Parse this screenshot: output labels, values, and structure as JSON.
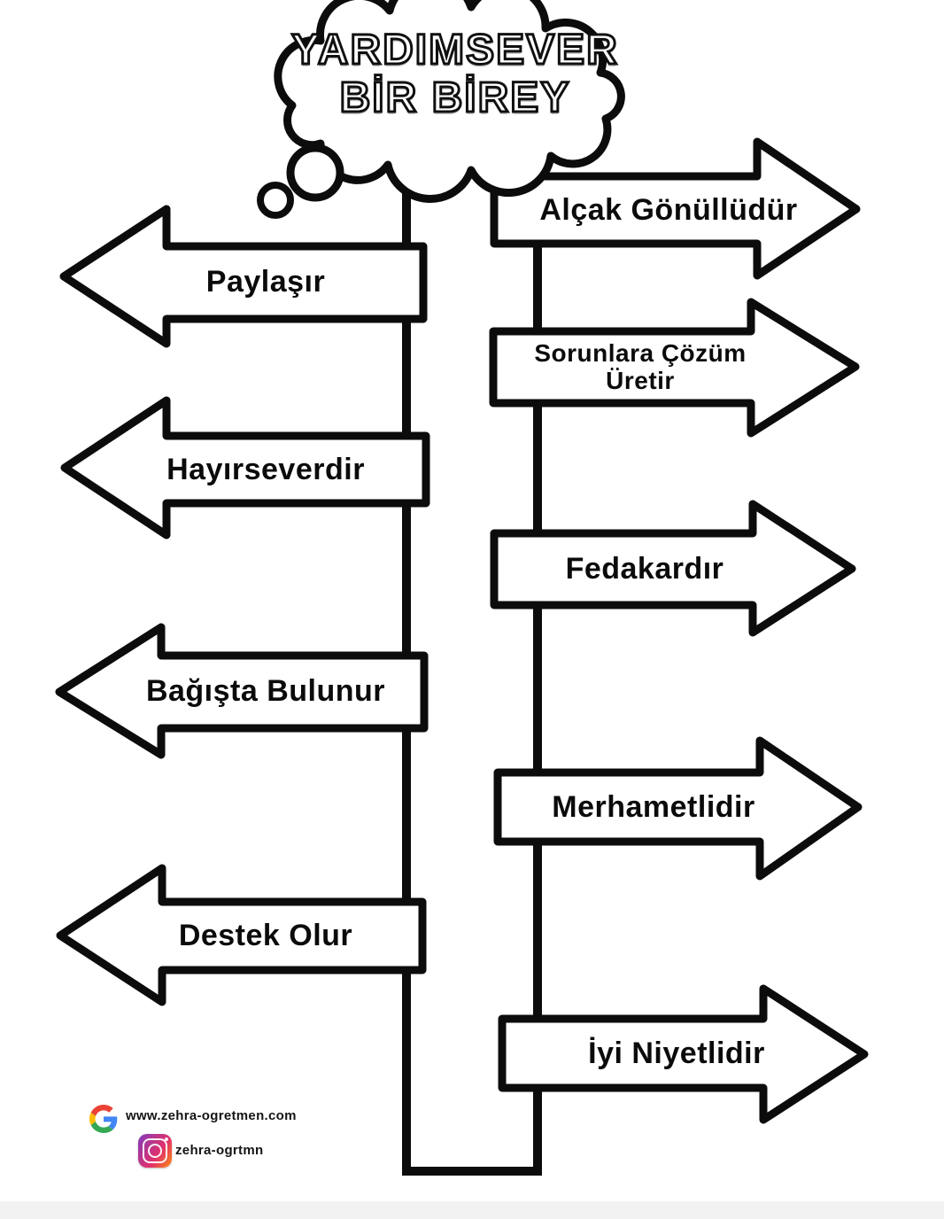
{
  "cloud": {
    "title_line1": "YARDIMSEVER",
    "title_line2": "BİR BİREY"
  },
  "left_branches": [
    {
      "label": "Paylaşır"
    },
    {
      "label": "Hayırseverdir"
    },
    {
      "label": "Bağışta Bulunur"
    },
    {
      "label": "Destek Olur"
    }
  ],
  "right_branches": [
    {
      "label": "Alçak Gönüllüdür"
    },
    {
      "label": "Sorunlara Çözüm",
      "label_line2": "Üretir"
    },
    {
      "label": "Fedakardır"
    },
    {
      "label": "Merhametlidir"
    },
    {
      "label": "İyi Niyetlidir"
    }
  ],
  "footer": {
    "website": "www.zehra-ogretmen.com",
    "instagram_handle": "zehra-ogrtmn"
  },
  "icons": {
    "google": "google-g-logo",
    "instagram": "instagram-logo"
  },
  "colors": {
    "ink": "#0c0c0c",
    "paper": "#ffffff",
    "google_blue": "#4285F4",
    "google_red": "#EA4335",
    "google_yellow": "#FBBC05",
    "google_green": "#34A853",
    "instagram_gradient_start": "#8a3ab9",
    "instagram_gradient_mid": "#e1306c",
    "instagram_gradient_end": "#fa7e1e"
  }
}
